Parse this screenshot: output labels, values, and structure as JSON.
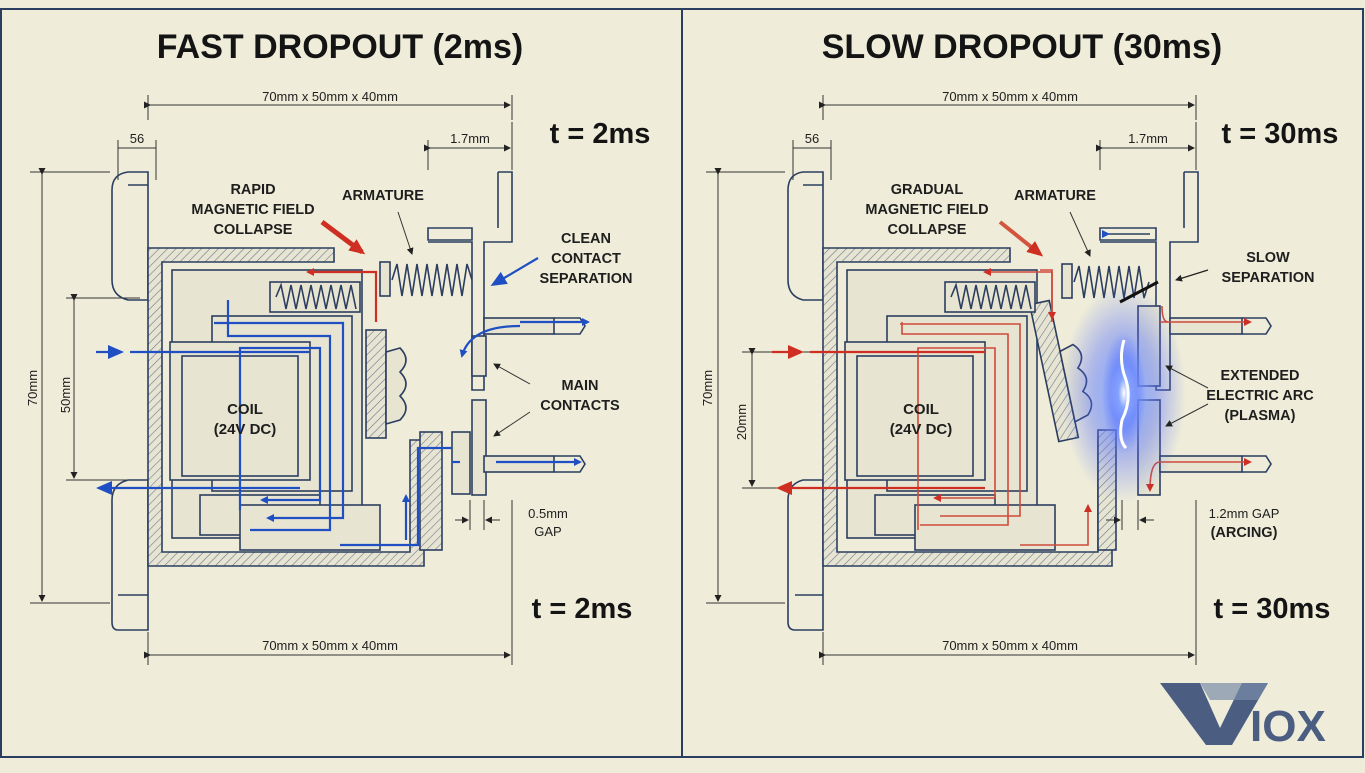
{
  "left": {
    "title": "FAST DROPOUT (2ms)",
    "time_top": "t = 2ms",
    "time_bottom": "t = 2ms",
    "dim_top": "70mm x 50mm x 40mm",
    "dim_bottom": "70mm x 50mm x 40mm",
    "dim_small": "56",
    "dim_armature_gap": "1.7mm",
    "dim_height": "70mm",
    "dim_inner": "50mm",
    "label_field": [
      "RAPID",
      "MAGNETIC FIELD",
      "COLLAPSE"
    ],
    "label_armature": "ARMATURE",
    "label_separation": [
      "CLEAN",
      "CONTACT",
      "SEPARATION"
    ],
    "label_contacts": [
      "MAIN",
      "CONTACTS"
    ],
    "coil": [
      "COIL",
      "(24V DC)"
    ],
    "gap": [
      "0.5mm",
      "GAP"
    ]
  },
  "right": {
    "title": "SLOW DROPOUT (30ms)",
    "time_top": "t = 30ms",
    "time_bottom": "t = 30ms",
    "dim_top": "70mm x 50mm x 40mm",
    "dim_bottom": "70mm x 50mm x 40mm",
    "dim_small": "56",
    "dim_armature_gap": "1.7mm",
    "dim_height": "70mm",
    "dim_inner": "20mm",
    "label_field": [
      "GRADUAL",
      "MAGNETIC FIELD",
      "COLLAPSE"
    ],
    "label_armature": "ARMATURE",
    "label_separation": [
      "SLOW",
      "SEPARATION"
    ],
    "label_arc": [
      "EXTENDED",
      "ELECTRIC ARC",
      "(PLASMA)"
    ],
    "coil": [
      "COIL",
      "(24V DC)"
    ],
    "gap": [
      "1.2mm GAP",
      "(ARCING)"
    ]
  },
  "logo": "VIOX",
  "colors": {
    "background": "#efedd9",
    "line": "#2c3e60",
    "flux_fast": "#1f4fc2",
    "flux_slow": "#cf2e22",
    "arc": "#5a7dff"
  }
}
